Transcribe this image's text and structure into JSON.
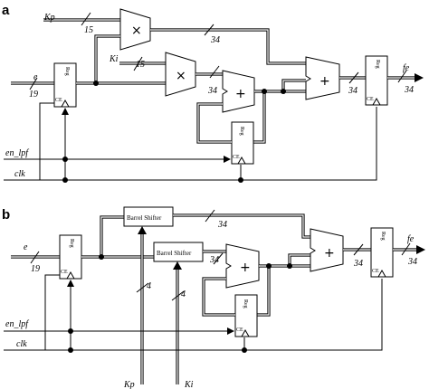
{
  "panels": {
    "a": {
      "label": "a",
      "inputs": {
        "kp": "Kp",
        "ki": "Ki",
        "e": "e",
        "en_lpf": "en_lpf",
        "clk": "clk"
      },
      "output": "fe",
      "widths": {
        "kp": "15",
        "ki": "15",
        "e": "19",
        "mult_kp_out": "34",
        "mult_ki_out": "34",
        "adder_in": "34",
        "reg_out": "34",
        "fe": "34"
      },
      "blocks": {
        "reg": "Reg",
        "ce": "CE",
        "multiply": "×",
        "add": "+"
      }
    },
    "b": {
      "label": "b",
      "inputs": {
        "kp": "Kp",
        "ki": "Ki",
        "e": "e",
        "en_lpf": "en_lpf",
        "clk": "clk"
      },
      "output": "fe",
      "widths": {
        "e": "19",
        "kp_shift": "4",
        "ki_shift": "4",
        "bs_kp_out": "34",
        "adder_in": "34",
        "reg_out": "34",
        "fe": "34"
      },
      "blocks": {
        "reg": "Reg",
        "ce": "CE",
        "barrel_shifter": "Barrel Shifter",
        "add": "+"
      }
    }
  }
}
